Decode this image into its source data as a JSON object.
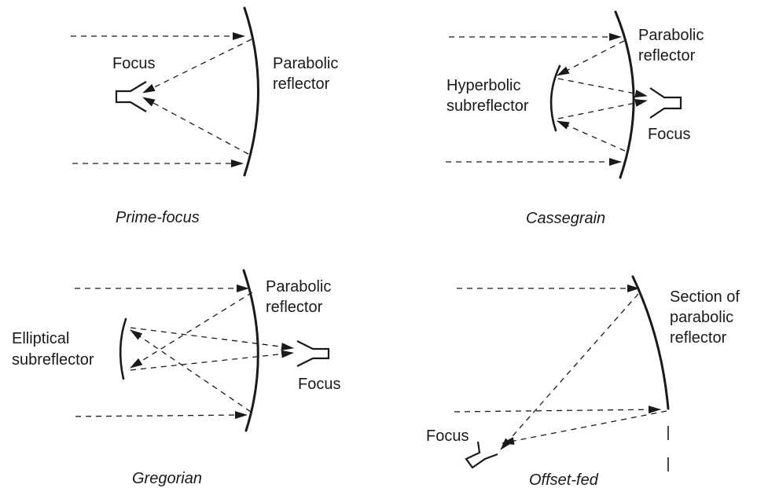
{
  "panels": {
    "prime_focus": {
      "caption": "Prime-focus",
      "focus_label": "Focus",
      "reflector_label_1": "Parabolic",
      "reflector_label_2": "reflector"
    },
    "cassegrain": {
      "caption": "Cassegrain",
      "reflector_label_1": "Parabolic",
      "reflector_label_2": "reflector",
      "subreflector_label_1": "Hyperbolic",
      "subreflector_label_2": "subreflector",
      "focus_label": "Focus"
    },
    "gregorian": {
      "caption": "Gregorian",
      "reflector_label_1": "Parabolic",
      "reflector_label_2": "reflector",
      "subreflector_label_1": "Elliptical",
      "subreflector_label_2": "subreflector",
      "focus_label": "Focus"
    },
    "offset_fed": {
      "caption": "Offset-fed",
      "reflector_label_1": "Section of",
      "reflector_label_2": "parabolic",
      "reflector_label_3": "reflector",
      "focus_label": "Focus"
    }
  },
  "icons": [
    "arrowhead-icon",
    "feed-horn-icon"
  ],
  "colors": {
    "ink": "#1a1a1a",
    "background": "#ffffff"
  }
}
